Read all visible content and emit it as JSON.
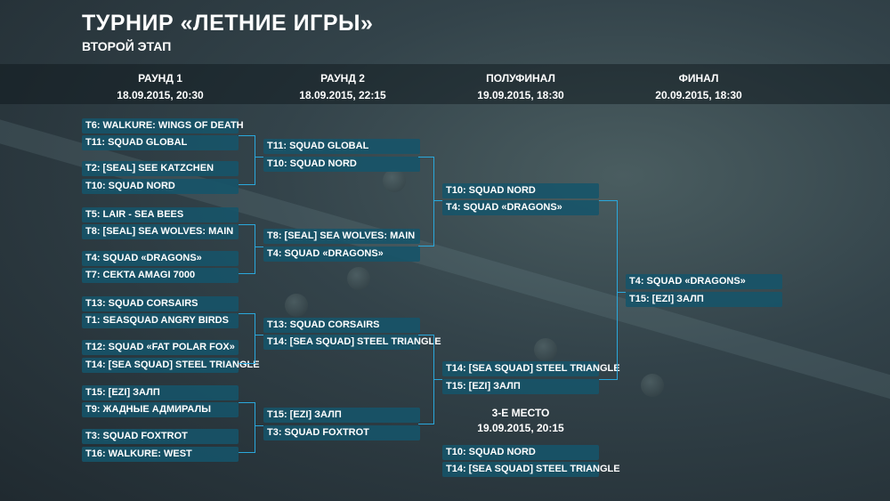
{
  "header": {
    "title": "ТУРНИР «ЛЕТНИЕ ИГРЫ»",
    "subtitle": "ВТОРОЙ ЭТАП"
  },
  "rounds": [
    {
      "name": "РАУНД 1",
      "date": "18.09.2015, 20:30"
    },
    {
      "name": "РАУНД 2",
      "date": "18.09.2015, 22:15"
    },
    {
      "name": "ПОЛУФИНАЛ",
      "date": "19.09.2015, 18:30"
    },
    {
      "name": "ФИНАЛ",
      "date": "20.09.2015, 18:30"
    }
  ],
  "round1": [
    "T6: WALKURE: WINGS OF DEATH",
    "T11: SQUAD GLOBAL",
    "T2: [SEAL] SEE KATZCHEN",
    "T10: SQUAD NORD",
    "T5: LAIR - SEA BEES",
    "T8: [SEAL] SEA WOLVES: MAIN",
    "T4: SQUAD «DRAGONS»",
    "T7: CEKTA AMAGI 7000",
    "T13: SQUAD CORSAIRS",
    "T1: SEASQUAD ANGRY BIRDS",
    "T12: SQUAD «FAT POLAR FOX»",
    "T14: [SEA SQUAD] STEEL TRIANGLE",
    "T15: [EZI] ЗАЛП",
    "T9:  ЖАДНЫЕ АДМИРАЛЫ",
    "T3: SQUAD FOXTROT",
    "T16: WALKURE: WEST"
  ],
  "round2": [
    "T11: SQUAD GLOBAL",
    "T10: SQUAD NORD",
    "T8: [SEAL] SEA WOLVES: MAIN",
    "T4: SQUAD «DRAGONS»",
    "T13: SQUAD CORSAIRS",
    "T14: [SEA SQUAD] STEEL TRIANGLE",
    "T15: [EZI] ЗАЛП",
    "T3: SQUAD FOXTROT"
  ],
  "semifinal": [
    "T10: SQUAD NORD",
    "T4: SQUAD «DRAGONS»",
    "T14: [SEA SQUAD] STEEL TRIANGLE",
    "T15: [EZI] ЗАЛП"
  ],
  "final": [
    "T4: SQUAD «DRAGONS»",
    "T15: [EZI] ЗАЛП"
  ],
  "third_place": {
    "label": "3-Е МЕСТО",
    "date": "19.09.2015, 20:15",
    "teams": [
      "T10: SQUAD NORD",
      "T14: [SEA SQUAD] STEEL TRIANGLE"
    ]
  }
}
